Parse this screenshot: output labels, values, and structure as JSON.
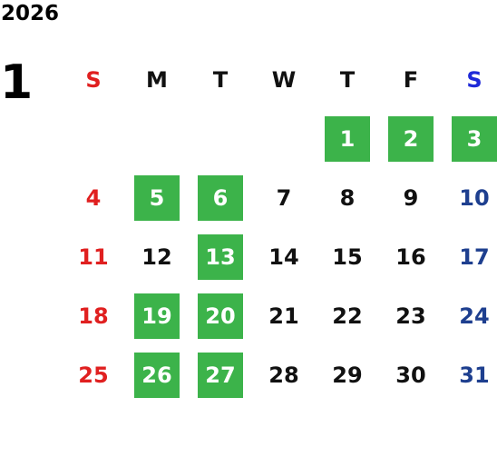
{
  "calendar": {
    "year": "2026",
    "month": "1",
    "weekdays": [
      "S",
      "M",
      "T",
      "W",
      "T",
      "F",
      "S"
    ],
    "colors": {
      "sunday": "#e02020",
      "saturday": "#1e3f8f",
      "weekday": "#111111",
      "highlight": "#3cb34a"
    },
    "weeks": [
      [
        {
          "day": "",
          "hl": false
        },
        {
          "day": "",
          "hl": false
        },
        {
          "day": "",
          "hl": false
        },
        {
          "day": "",
          "hl": false
        },
        {
          "day": "1",
          "hl": true
        },
        {
          "day": "2",
          "hl": true
        },
        {
          "day": "3",
          "hl": true
        }
      ],
      [
        {
          "day": "4",
          "hl": false
        },
        {
          "day": "5",
          "hl": true
        },
        {
          "day": "6",
          "hl": true
        },
        {
          "day": "7",
          "hl": false
        },
        {
          "day": "8",
          "hl": false
        },
        {
          "day": "9",
          "hl": false
        },
        {
          "day": "10",
          "hl": false
        }
      ],
      [
        {
          "day": "11",
          "hl": false
        },
        {
          "day": "12",
          "hl": false
        },
        {
          "day": "13",
          "hl": true
        },
        {
          "day": "14",
          "hl": false
        },
        {
          "day": "15",
          "hl": false
        },
        {
          "day": "16",
          "hl": false
        },
        {
          "day": "17",
          "hl": false
        }
      ],
      [
        {
          "day": "18",
          "hl": false
        },
        {
          "day": "19",
          "hl": true
        },
        {
          "day": "20",
          "hl": true
        },
        {
          "day": "21",
          "hl": false
        },
        {
          "day": "22",
          "hl": false
        },
        {
          "day": "23",
          "hl": false
        },
        {
          "day": "24",
          "hl": false
        }
      ],
      [
        {
          "day": "25",
          "hl": false
        },
        {
          "day": "26",
          "hl": true
        },
        {
          "day": "27",
          "hl": true
        },
        {
          "day": "28",
          "hl": false
        },
        {
          "day": "29",
          "hl": false
        },
        {
          "day": "30",
          "hl": false
        },
        {
          "day": "31",
          "hl": false
        }
      ]
    ]
  }
}
